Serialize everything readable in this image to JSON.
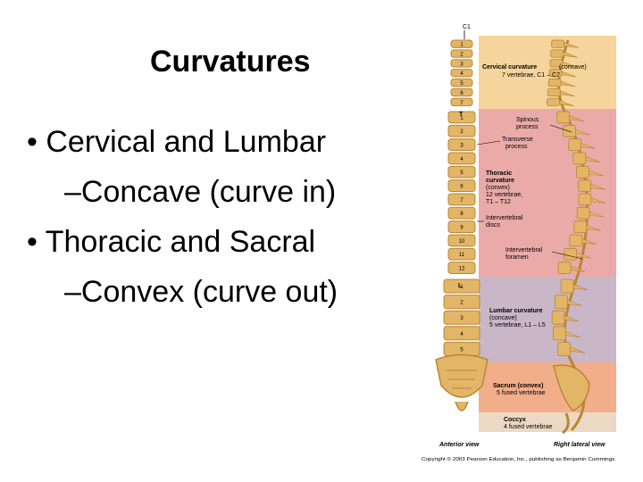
{
  "slide": {
    "title": "Curvatures",
    "bullets": [
      {
        "text": "• Cervical and Lumbar",
        "level": 1
      },
      {
        "text": "–Concave (curve in)",
        "level": 2
      },
      {
        "text": "• Thoracic and Sacral",
        "level": 1
      },
      {
        "text": "–Convex (curve out)",
        "level": 2
      }
    ]
  },
  "figure": {
    "top_label": "C1",
    "regions": {
      "cervical": {
        "title": "Cervical curvature",
        "title_suffix": "(concave)",
        "line2": "7 vertebrae, C1 – C7",
        "color": "#f5d59b",
        "vertebra_numbers": [
          "1",
          "2",
          "3",
          "4",
          "5",
          "6",
          "7"
        ]
      },
      "thoracic": {
        "letter": "T",
        "title": "Thoracic",
        "line2": "curvature",
        "line3": "(convex)",
        "line4": "12 vertebrae,",
        "line5": "T1 – T12",
        "color": "#eaaaa8",
        "vertebra_numbers": [
          "1",
          "2",
          "3",
          "4",
          "5",
          "6",
          "7",
          "8",
          "9",
          "10",
          "11",
          "12"
        ]
      },
      "lumbar": {
        "letter": "L",
        "title": "Lumbar curvature",
        "line2": "(concave)",
        "line3": "5 vertebrae, L1 – L5",
        "color": "#c9b6c6",
        "vertebra_numbers": [
          "1",
          "2",
          "3",
          "4",
          "5"
        ]
      },
      "sacrum": {
        "title": "Sacrum (convex)",
        "line2": "5 fused vertebrae",
        "color": "#f2ae8a"
      },
      "coccyx": {
        "title": "Coccyx",
        "line2": "4 fused vertebrae",
        "color": "#ecd9c3"
      }
    },
    "callouts": {
      "spinous_line1": "Spinous",
      "spinous_line2": "process",
      "transverse_line1": "Transverse",
      "transverse_line2": "process",
      "disc_line1": "Intervertebral",
      "disc_line2": "discs",
      "foramen_line1": "Intervertebral",
      "foramen_line2": "foramen"
    },
    "anterior_label": "Anterior view",
    "lateral_label": "Right lateral view",
    "copyright": "Copyright © 2003 Pearson Education, Inc., publishing as Benjamin Cummings.",
    "bone_color": "#e3b566",
    "bone_shade": "#b98636"
  }
}
